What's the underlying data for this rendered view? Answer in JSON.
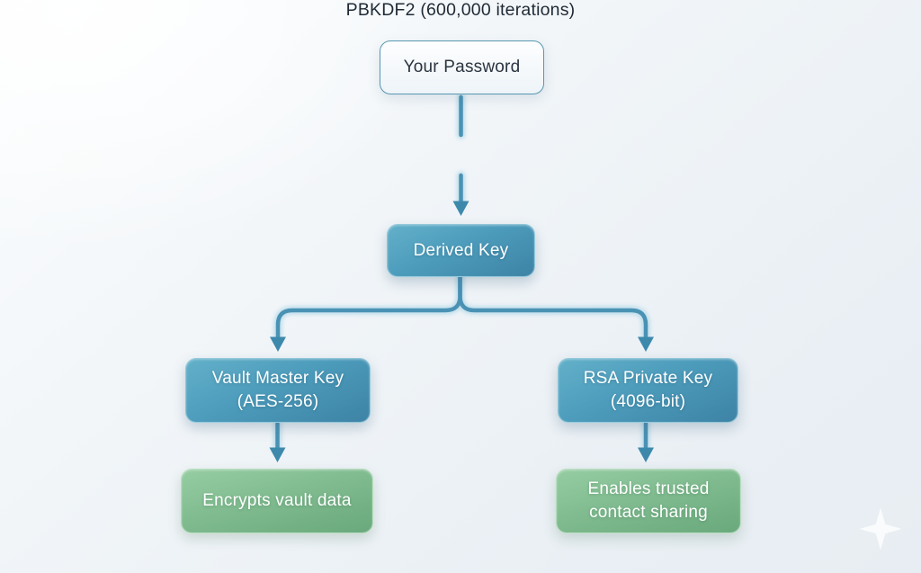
{
  "diagram": {
    "type": "flowchart",
    "subject": "password key derivation",
    "edge_label": "PBKDF2 (600,000 iterations)",
    "nodes": {
      "password": {
        "label": "Your Password"
      },
      "derived_key": {
        "label": "Derived Key"
      },
      "vault_master_key": {
        "line1": "Vault Master Key",
        "line2": "(AES-256)"
      },
      "rsa_private_key": {
        "line1": "RSA Private Key",
        "line2": "(4096-bit)"
      },
      "encrypts_vault_data": {
        "label": "Encrypts vault data"
      },
      "trusted_contact_sharing": {
        "line1": "Enables trusted",
        "line2": "contact sharing"
      }
    },
    "colors": {
      "background_top_left": "#fbfdfe",
      "background_bottom": "#e7edf2",
      "teal_node_top": "#62b0c9",
      "teal_node_bottom": "#3d83a5",
      "green_node_top": "#96cda2",
      "green_node_bottom": "#69a97c",
      "connector_line": "#4a92b4",
      "arrowhead": "#3d89ac",
      "light_node_border": "#5897b0",
      "dark_text": "#1f2a36",
      "light_text": "#ffffff"
    },
    "decor": {
      "sparkle_icon": "four-point sparkle watermark"
    }
  }
}
